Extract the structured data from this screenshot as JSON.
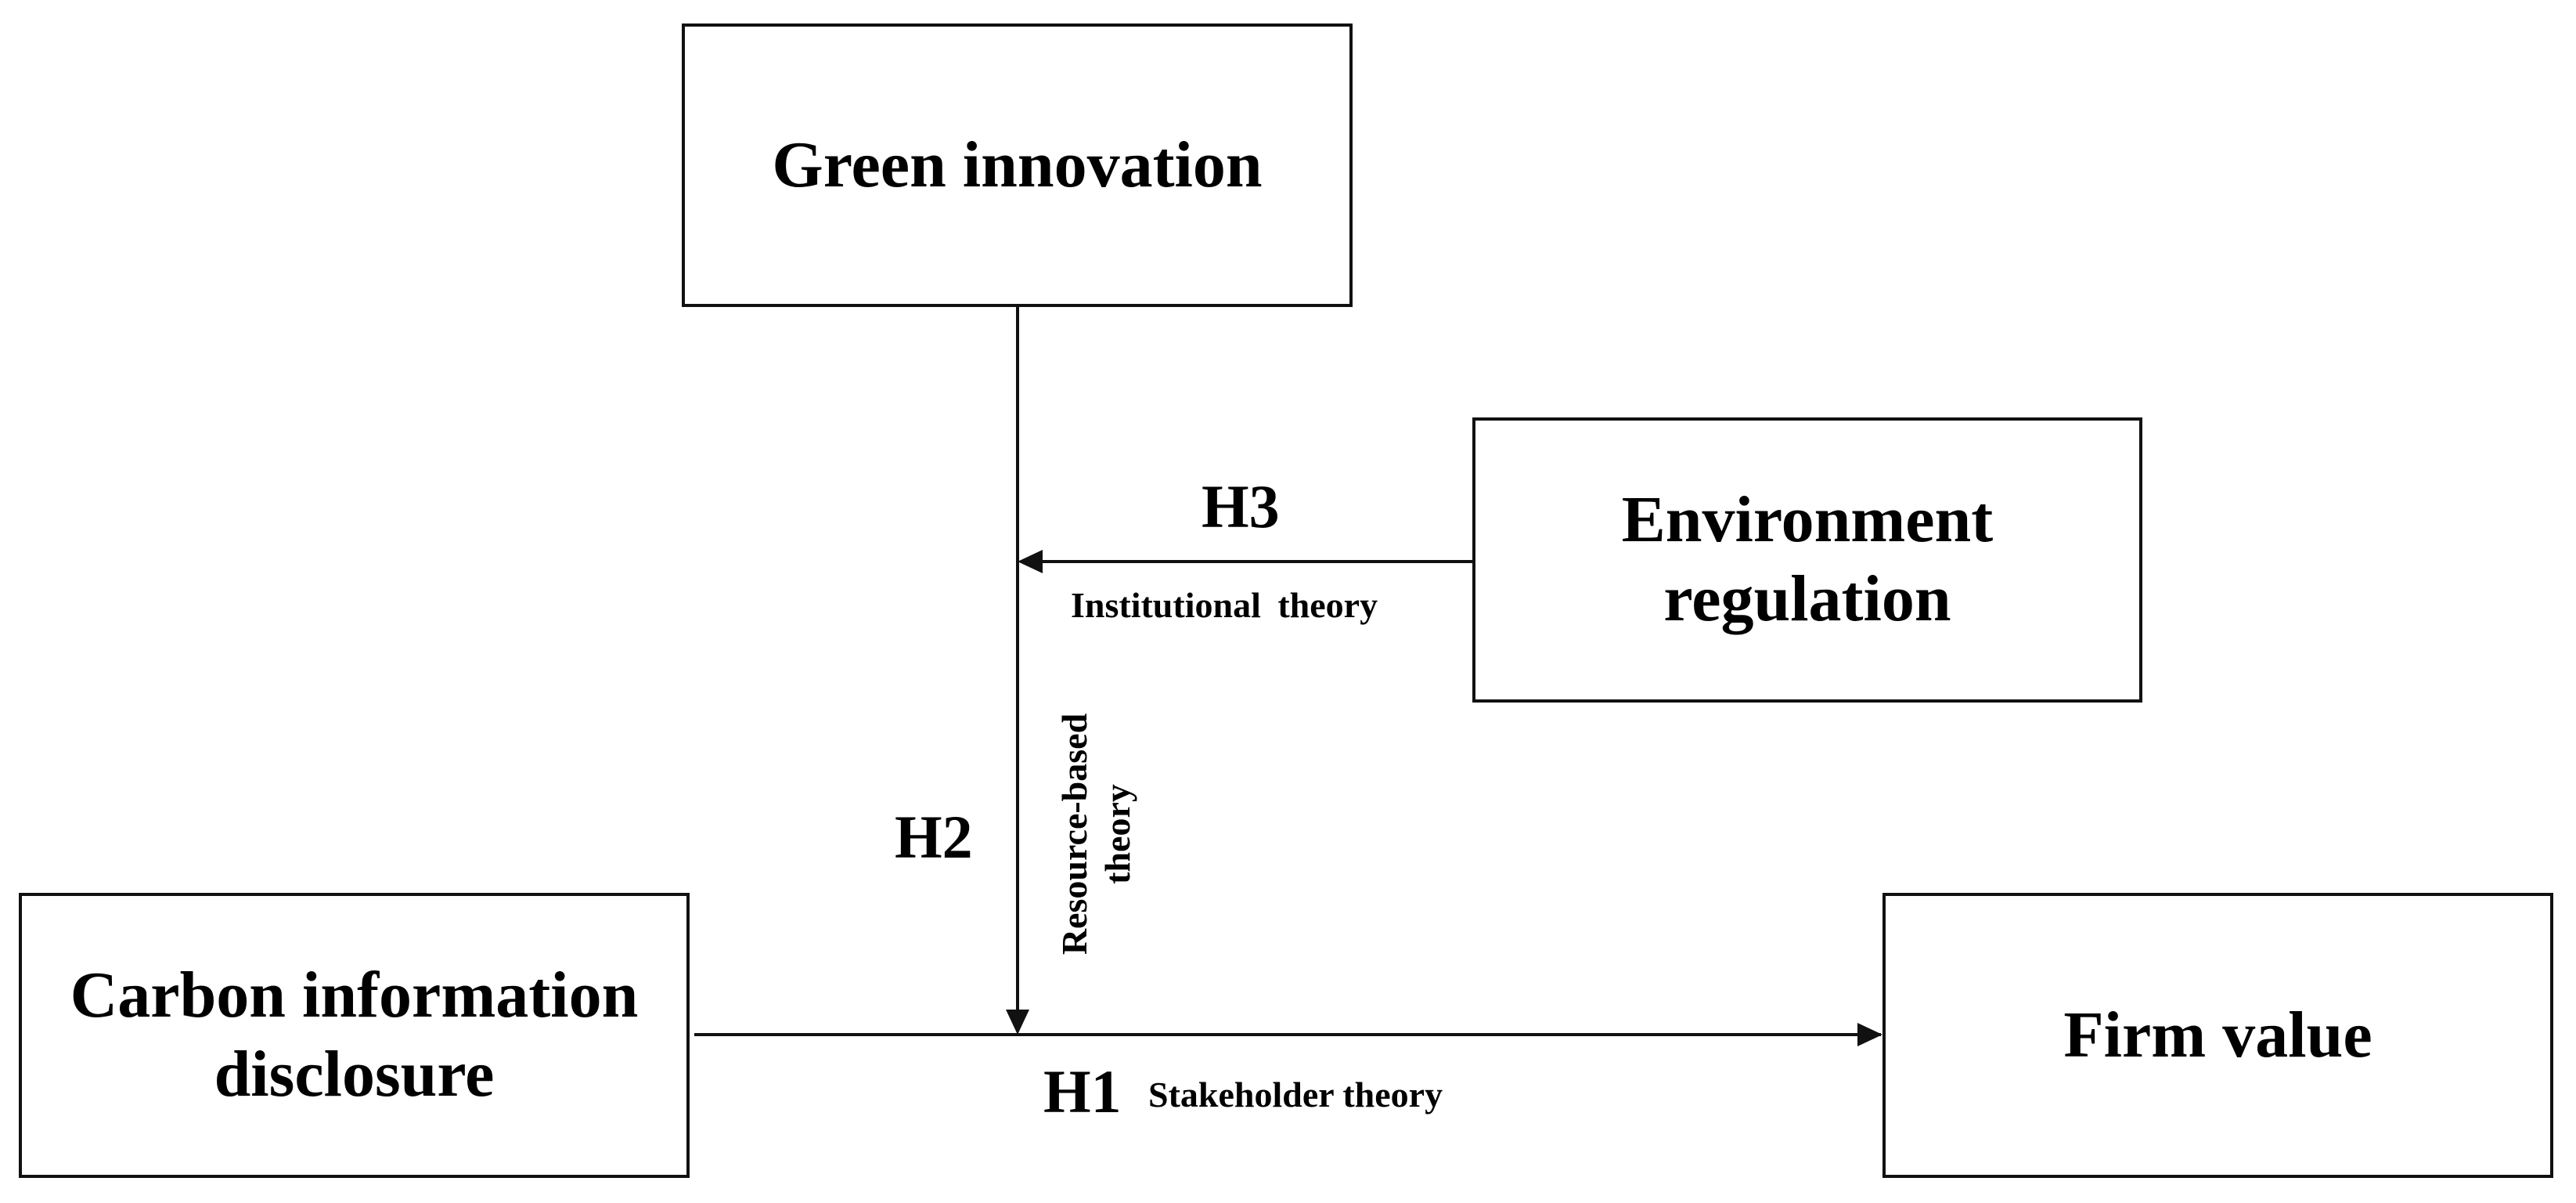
{
  "nodes": {
    "green_innovation": {
      "lines": [
        "Green innovation"
      ]
    },
    "environment_regulation": {
      "lines": [
        "Environment",
        "regulation"
      ]
    },
    "carbon_information_disclosure": {
      "lines": [
        "Carbon information",
        "disclosure"
      ]
    },
    "firm_value": {
      "lines": [
        "Firm value"
      ]
    }
  },
  "edges": {
    "h1": {
      "label": "H1",
      "theory": "Stakeholder theory",
      "from": "carbon_information_disclosure",
      "to": "firm_value"
    },
    "h2": {
      "label": "H2",
      "theory_lines": [
        "Resource-based",
        "theory"
      ],
      "from": "green_innovation",
      "to": "h1"
    },
    "h3": {
      "label": "H3",
      "theory": "Institutional theory",
      "from": "environment_regulation",
      "to": "h2"
    }
  },
  "colors": {
    "stroke": "#111111",
    "text": "#000000",
    "background": "#ffffff"
  }
}
